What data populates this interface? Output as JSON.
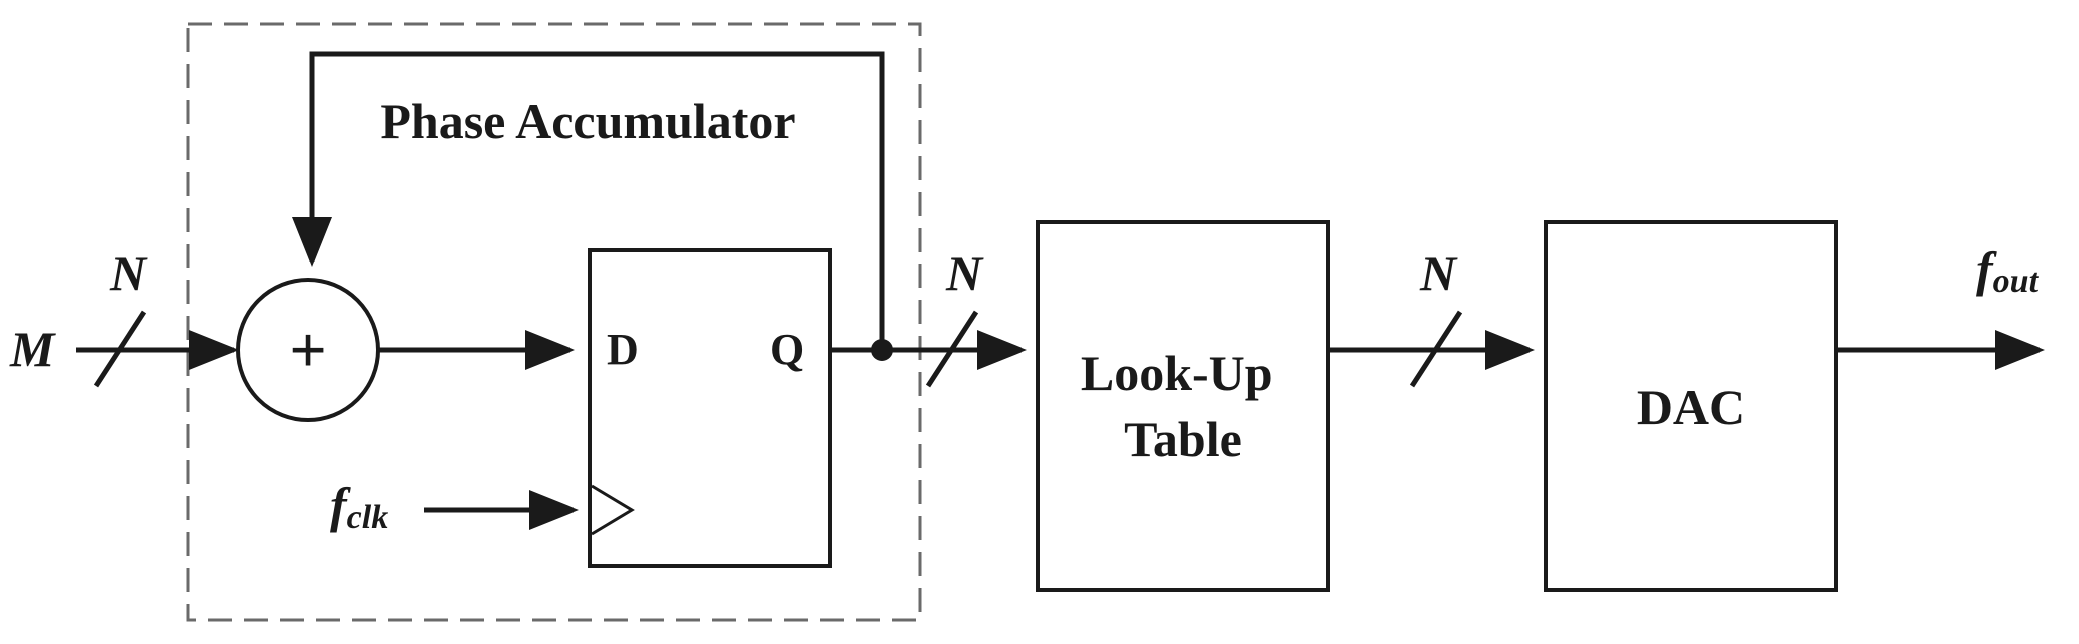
{
  "phase_accumulator": {
    "title": "Phase Accumulator"
  },
  "adder": {
    "symbol": "+"
  },
  "register": {
    "d_label": "D",
    "q_label": "Q"
  },
  "inputs": {
    "m_label": "M",
    "fclk_main": "f",
    "fclk_sub": "clk"
  },
  "bus_width": {
    "input": "N",
    "phase": "N",
    "lut_out": "N"
  },
  "lut": {
    "line1": "Look-Up",
    "line2": "Table"
  },
  "dac": {
    "label": "DAC"
  },
  "output": {
    "main": "f",
    "sub": "out"
  }
}
